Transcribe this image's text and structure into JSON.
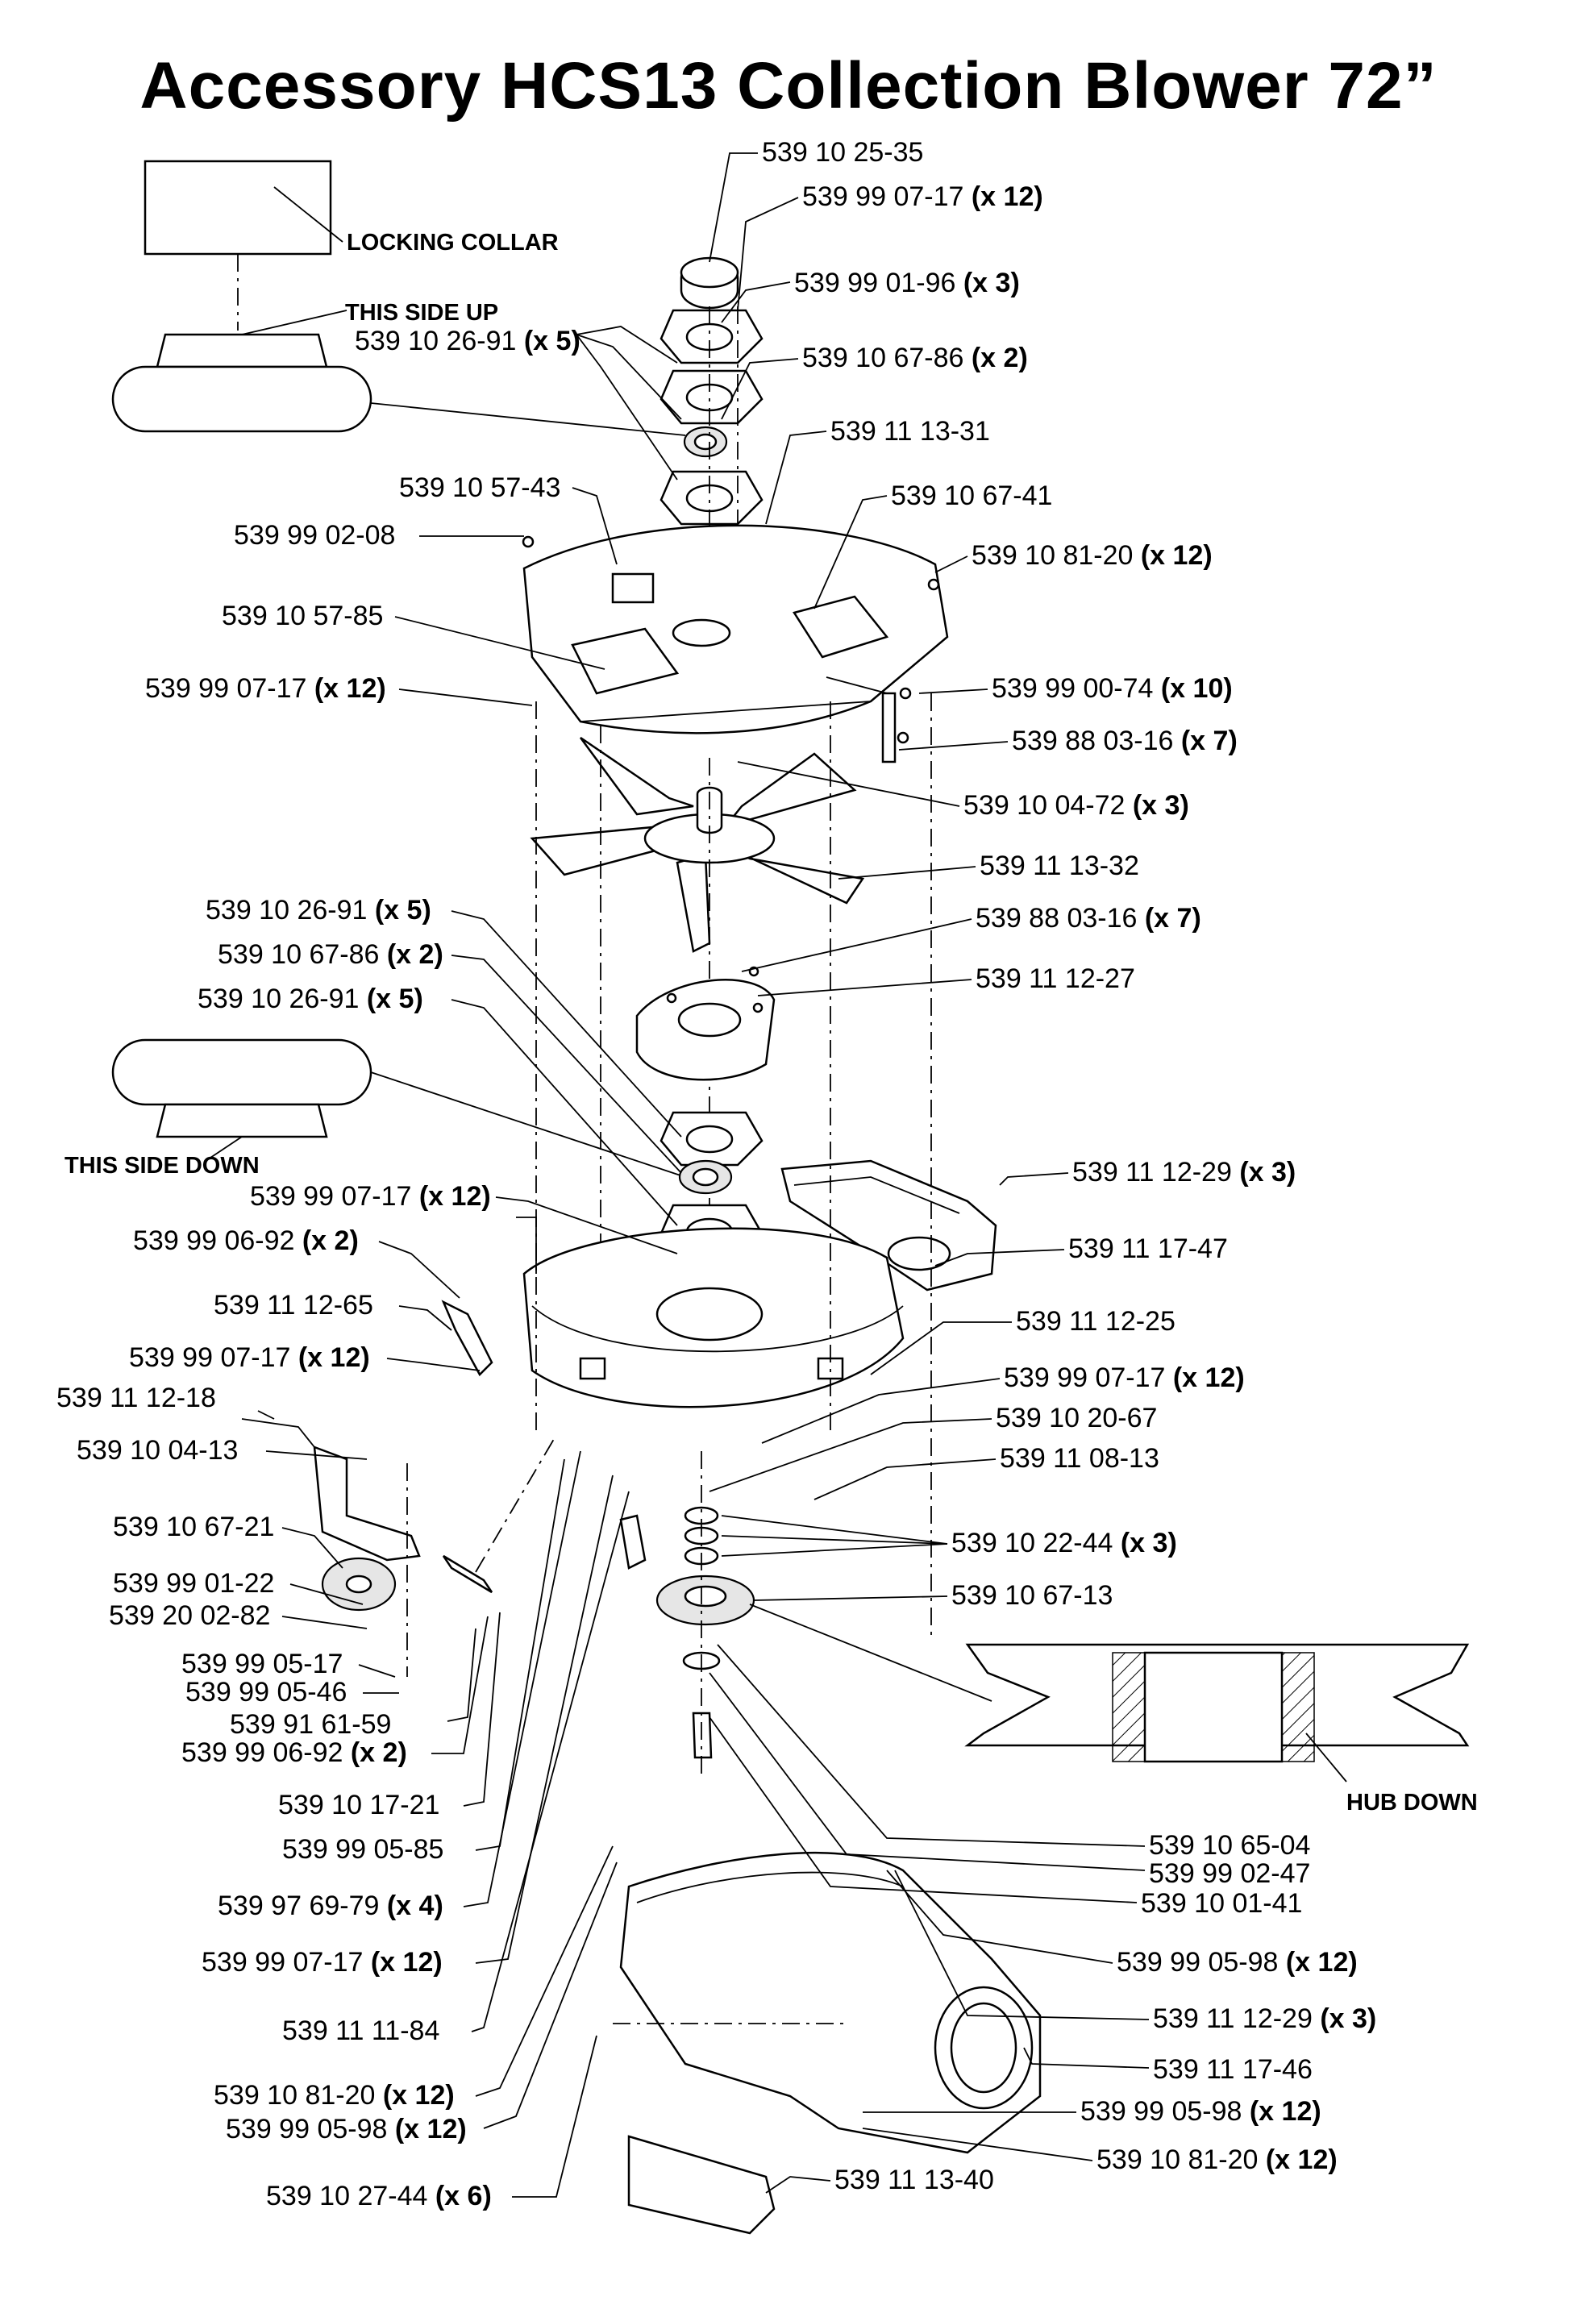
{
  "title": "Accessory HCS13 Collection Blower 72”",
  "annotations": {
    "locking_collar": "LOCKING COLLAR",
    "this_side_up": "THIS SIDE UP",
    "this_side_down": "THIS SIDE DOWN",
    "hub_down": "HUB DOWN"
  },
  "callouts": [
    {
      "part": "539 10 25-35",
      "qty": ""
    },
    {
      "part": "539 99 07-17",
      "qty": "(x 12)"
    },
    {
      "part": "539 99 01-96",
      "qty": "(x 3)"
    },
    {
      "part": "539 10 26-91",
      "qty": "(x 5)"
    },
    {
      "part": "539 10 67-86",
      "qty": "(x 2)"
    },
    {
      "part": "539 11 13-31",
      "qty": ""
    },
    {
      "part": "539 10 57-43",
      "qty": ""
    },
    {
      "part": "539 10 67-41",
      "qty": ""
    },
    {
      "part": "539 99 02-08",
      "qty": ""
    },
    {
      "part": "539 10 81-20",
      "qty": "(x 12)"
    },
    {
      "part": "539 10 57-85",
      "qty": ""
    },
    {
      "part": "539 99 07-17",
      "qty": "(x 12)"
    },
    {
      "part": "539 99 00-74",
      "qty": "(x 10)"
    },
    {
      "part": "539 88 03-16",
      "qty": "(x 7)"
    },
    {
      "part": "539 10 04-72",
      "qty": "(x 3)"
    },
    {
      "part": "539 11 13-32",
      "qty": ""
    },
    {
      "part": "539 10 26-91",
      "qty": "(x 5)"
    },
    {
      "part": "539 88 03-16",
      "qty": "(x 7)"
    },
    {
      "part": "539 10 67-86",
      "qty": "(x 2)"
    },
    {
      "part": "539 11 12-27",
      "qty": ""
    },
    {
      "part": "539 10 26-91",
      "qty": "(x 5)"
    },
    {
      "part": "539 11 12-29",
      "qty": "(x 3)"
    },
    {
      "part": "539 99 07-17",
      "qty": "(x 12)"
    },
    {
      "part": "539 11 17-47",
      "qty": ""
    },
    {
      "part": "539 99 06-92",
      "qty": "(x 2)"
    },
    {
      "part": "539 11 12-65",
      "qty": ""
    },
    {
      "part": "539 11 12-25",
      "qty": ""
    },
    {
      "part": "539 99 07-17",
      "qty": "(x 12)"
    },
    {
      "part": "539 99 07-17",
      "qty": "(x 12)"
    },
    {
      "part": "539 11 12-18",
      "qty": ""
    },
    {
      "part": "539 10 20-67",
      "qty": ""
    },
    {
      "part": "539 10 04-13",
      "qty": ""
    },
    {
      "part": "539 11 08-13",
      "qty": ""
    },
    {
      "part": "539 10 67-21",
      "qty": ""
    },
    {
      "part": "539 10 22-44",
      "qty": "(x 3)"
    },
    {
      "part": "539 99 01-22",
      "qty": ""
    },
    {
      "part": "539 10 67-13",
      "qty": ""
    },
    {
      "part": "539 20 02-82",
      "qty": ""
    },
    {
      "part": "539 99 05-17",
      "qty": ""
    },
    {
      "part": "539 99 05-46",
      "qty": ""
    },
    {
      "part": "539 91 61-59",
      "qty": ""
    },
    {
      "part": "539 99 06-92",
      "qty": "(x 2)"
    },
    {
      "part": "539 10 17-21",
      "qty": ""
    },
    {
      "part": "539 99 05-85",
      "qty": ""
    },
    {
      "part": "539 10 65-04",
      "qty": ""
    },
    {
      "part": "539 99 02-47",
      "qty": ""
    },
    {
      "part": "539 97 69-79",
      "qty": "(x 4)"
    },
    {
      "part": "539 10 01-41",
      "qty": ""
    },
    {
      "part": "539 99 07-17",
      "qty": "(x 12)"
    },
    {
      "part": "539 99 05-98",
      "qty": "(x 12)"
    },
    {
      "part": "539 11 11-84",
      "qty": ""
    },
    {
      "part": "539 11 12-29",
      "qty": "(x 3)"
    },
    {
      "part": "539 11 17-46",
      "qty": ""
    },
    {
      "part": "539 10 81-20",
      "qty": "(x 12)"
    },
    {
      "part": "539 99 05-98",
      "qty": "(x 12)"
    },
    {
      "part": "539 99 05-98",
      "qty": "(x 12)"
    },
    {
      "part": "539 10 81-20",
      "qty": "(x 12)"
    },
    {
      "part": "539 10 27-44",
      "qty": "(x 6)"
    },
    {
      "part": "539 11 13-40",
      "qty": ""
    }
  ]
}
